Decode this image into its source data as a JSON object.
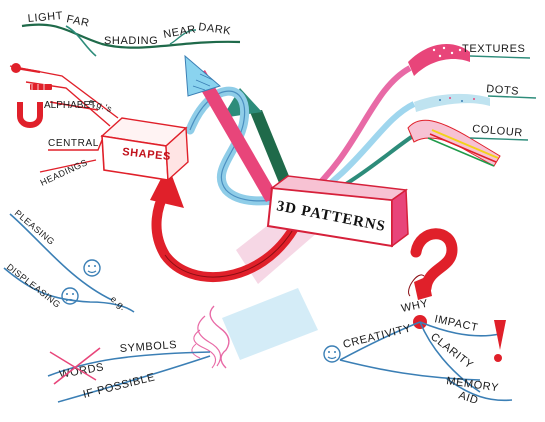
{
  "center": {
    "label": "3D PATTERNS"
  },
  "branches": {
    "shading": {
      "words": [
        "LIGHT",
        "FAR",
        "SHADING",
        "NEAR",
        "DARK"
      ]
    },
    "shapes": {
      "label": "SHAPES",
      "eg": "e.g.'s",
      "alphabet": "ALPHABET",
      "central": "CENTRAL",
      "headings": "HEADINGS"
    },
    "right": {
      "textures": "TEXTURES",
      "dots": "DOTS",
      "colour": "COLOUR"
    },
    "left": {
      "pleasing": "PLEASING",
      "displeasing": "DISPLEASING",
      "eg": "e.g.",
      "words": "WORDS",
      "symbols": "SYMBOLS",
      "if_possible": "IF POSSIBLE"
    },
    "why": {
      "why": "WHY",
      "creativity": "CREATIVITY",
      "impact": "IMPACT",
      "clarity": "CLARITY",
      "memory": "MEMORY",
      "aid": "AID"
    }
  },
  "colors": {
    "red": "#e0202a",
    "pink": "#e8457a",
    "green": "#1f6a4a",
    "blue": "#6fb7e0",
    "teal": "#2d8c7a"
  },
  "icons": [
    "smiley-icon",
    "frown-icon",
    "exclamation-icon",
    "question-mark-icon",
    "u-magnet-icon",
    "pin-icon",
    "bolt-icon"
  ]
}
